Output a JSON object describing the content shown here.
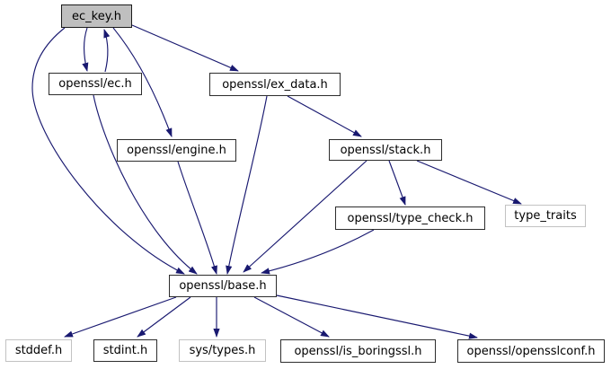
{
  "diagram": {
    "type": "doxygen-include-dependency-graph",
    "root_file": "ec_key.h",
    "colors": {
      "background": "#ffffff",
      "edge": "#191970",
      "node_fill": "#ffffff",
      "root_node_fill": "#bfbfbf",
      "node_border": "#2d2d2d",
      "external_node_border": "#c2c2c2",
      "label": "#000000"
    },
    "nodes": [
      {
        "id": "ec_key",
        "label": "ec_key.h",
        "kind": "root"
      },
      {
        "id": "ec",
        "label": "openssl/ec.h",
        "kind": "linked"
      },
      {
        "id": "ex_data",
        "label": "openssl/ex_data.h",
        "kind": "linked"
      },
      {
        "id": "engine",
        "label": "openssl/engine.h",
        "kind": "linked"
      },
      {
        "id": "stack",
        "label": "openssl/stack.h",
        "kind": "linked"
      },
      {
        "id": "type_check",
        "label": "openssl/type_check.h",
        "kind": "linked"
      },
      {
        "id": "type_traits",
        "label": "type_traits",
        "kind": "external"
      },
      {
        "id": "base",
        "label": "openssl/base.h",
        "kind": "linked"
      },
      {
        "id": "stddef",
        "label": "stddef.h",
        "kind": "external"
      },
      {
        "id": "stdint",
        "label": "stdint.h",
        "kind": "linked"
      },
      {
        "id": "sys_types",
        "label": "sys/types.h",
        "kind": "external"
      },
      {
        "id": "is_boringssl",
        "label": "openssl/is_boringssl.h",
        "kind": "linked"
      },
      {
        "id": "opensslconf",
        "label": "openssl/opensslconf.h",
        "kind": "linked"
      }
    ],
    "edges": [
      {
        "from": "ec_key",
        "to": "ec"
      },
      {
        "from": "ec",
        "to": "ec_key"
      },
      {
        "from": "ec_key",
        "to": "ex_data"
      },
      {
        "from": "ec_key",
        "to": "engine"
      },
      {
        "from": "ec_key",
        "to": "base"
      },
      {
        "from": "ec",
        "to": "base"
      },
      {
        "from": "engine",
        "to": "base"
      },
      {
        "from": "ex_data",
        "to": "stack"
      },
      {
        "from": "ex_data",
        "to": "base"
      },
      {
        "from": "stack",
        "to": "type_check"
      },
      {
        "from": "stack",
        "to": "type_traits"
      },
      {
        "from": "stack",
        "to": "base"
      },
      {
        "from": "type_check",
        "to": "base"
      },
      {
        "from": "base",
        "to": "stddef"
      },
      {
        "from": "base",
        "to": "stdint"
      },
      {
        "from": "base",
        "to": "sys_types"
      },
      {
        "from": "base",
        "to": "is_boringssl"
      },
      {
        "from": "base",
        "to": "opensslconf"
      }
    ]
  }
}
